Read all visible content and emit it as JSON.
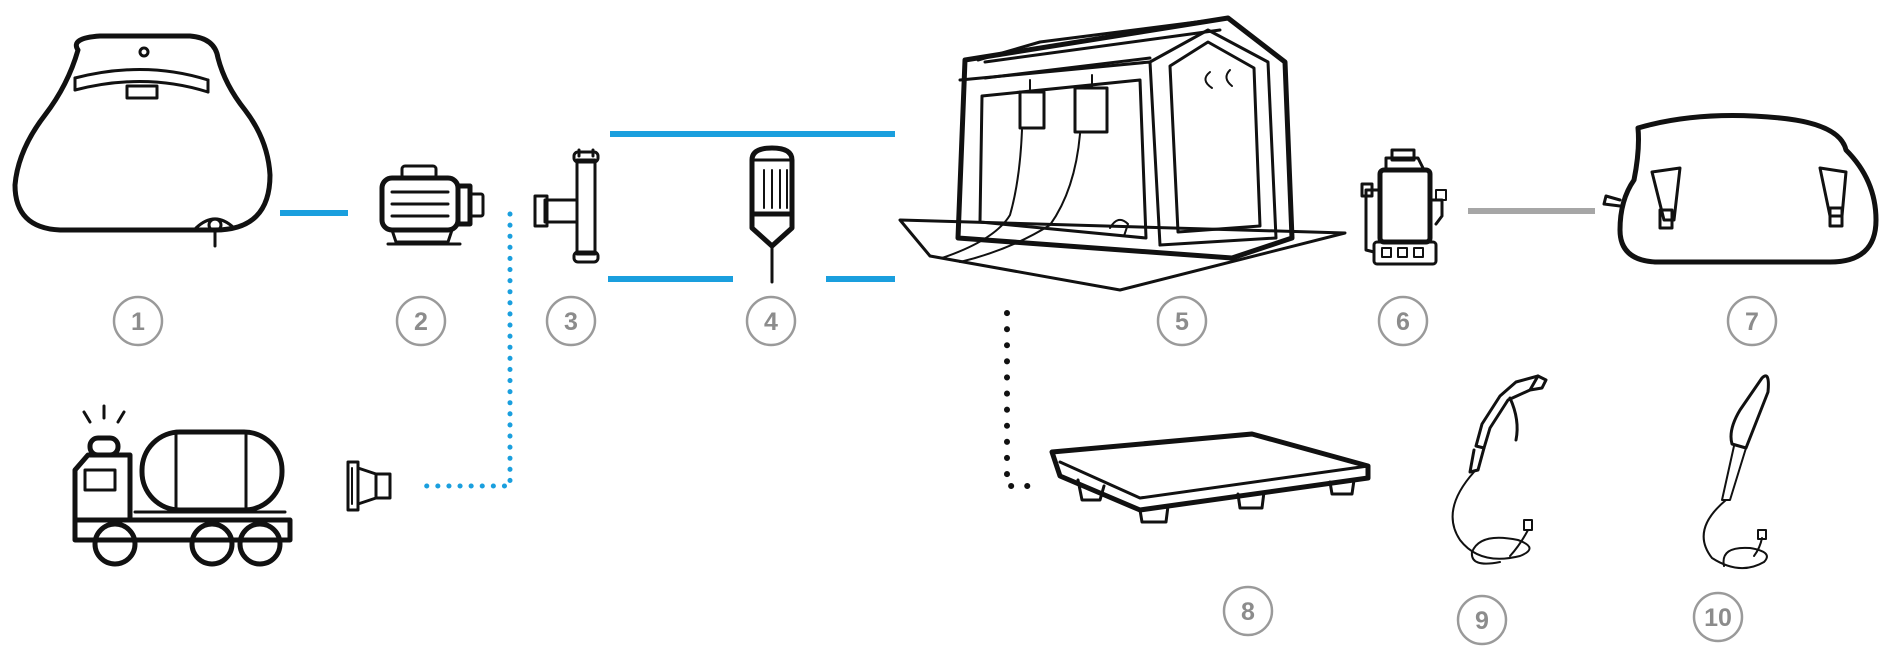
{
  "colors": {
    "water_line": "#1a9fde",
    "air_line": "#a6a6a6",
    "drain_line": "#111111",
    "label_ring": "#9a9a9a",
    "label_text": "#8c8c8c",
    "icon_stroke": "#111111"
  },
  "components": [
    {
      "label": "1",
      "icon": "water-bladder-icon"
    },
    {
      "label": "2",
      "icon": "pump-motor-icon"
    },
    {
      "label": "3",
      "icon": "tee-connector-icon"
    },
    {
      "label": "4",
      "icon": "water-heater-icon"
    },
    {
      "label": "5",
      "icon": "inflatable-shower-tent-icon"
    },
    {
      "label": "6",
      "icon": "drain-pump-icon"
    },
    {
      "label": "7",
      "icon": "waste-bladder-icon"
    },
    {
      "label": "8",
      "icon": "floor-pallet-icon"
    },
    {
      "label": "9",
      "icon": "spray-gun-icon"
    },
    {
      "label": "10",
      "icon": "brush-lance-icon"
    }
  ],
  "extra_icons": [
    "water-tanker-truck-icon",
    "hose-coupling-icon"
  ]
}
